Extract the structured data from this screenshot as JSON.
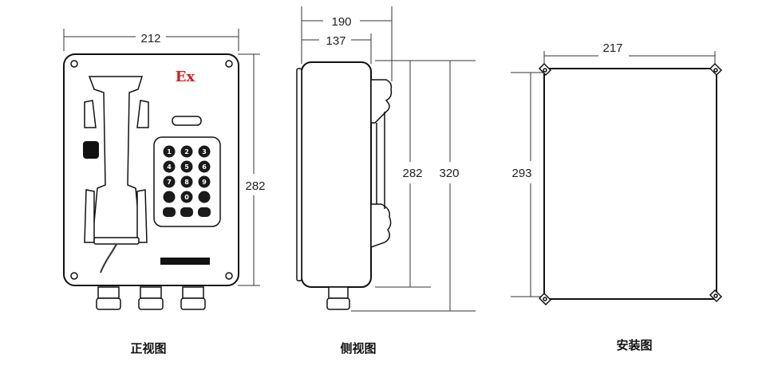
{
  "front_view": {
    "caption": "正视图",
    "width_label": "212",
    "height_label": "282",
    "ex_mark": "Ex",
    "keypad_keys": [
      "1",
      "2",
      "3",
      "4",
      "5",
      "6",
      "7",
      "8",
      "9",
      "",
      "0",
      "",
      "",
      "",
      ""
    ]
  },
  "side_view": {
    "caption": "侧视图",
    "depth_total_label": "190",
    "depth_body_label": "137",
    "height_body_label": "282",
    "height_total_label": "320"
  },
  "install_view": {
    "caption": "安装图",
    "width_label": "217",
    "height_label": "293"
  }
}
